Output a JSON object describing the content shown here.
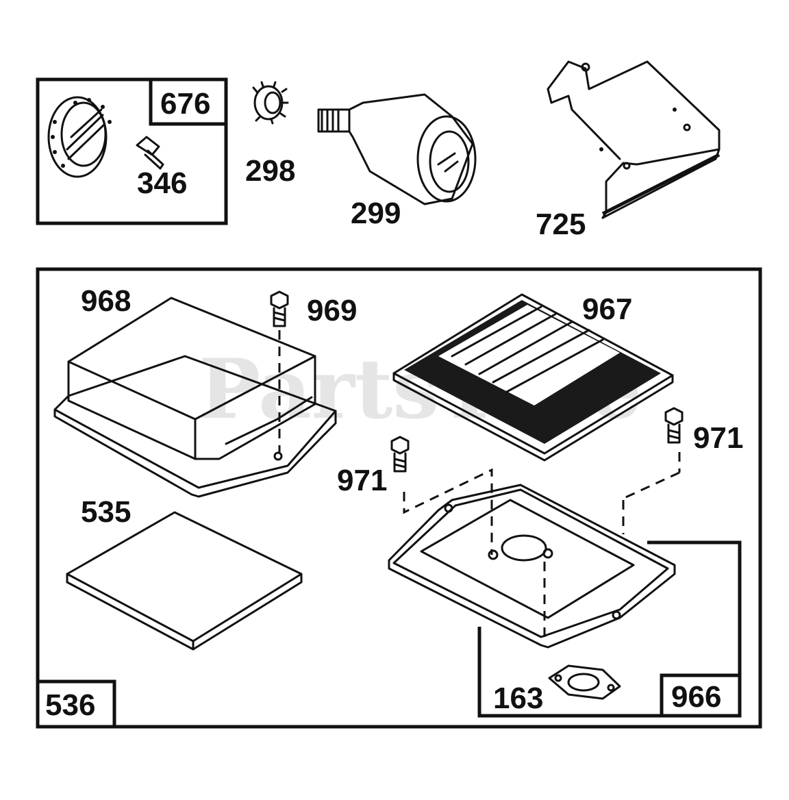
{
  "watermark": "PartsTree",
  "parts": {
    "p676": "676",
    "p346": "346",
    "p298": "298",
    "p299": "299",
    "p725": "725",
    "p968": "968",
    "p969": "969",
    "p967": "967",
    "p971a": "971",
    "p971b": "971",
    "p535": "535",
    "p163": "163",
    "p966": "966",
    "p536": "536"
  },
  "colors": {
    "ink": "#111111",
    "paper": "#ffffff"
  }
}
